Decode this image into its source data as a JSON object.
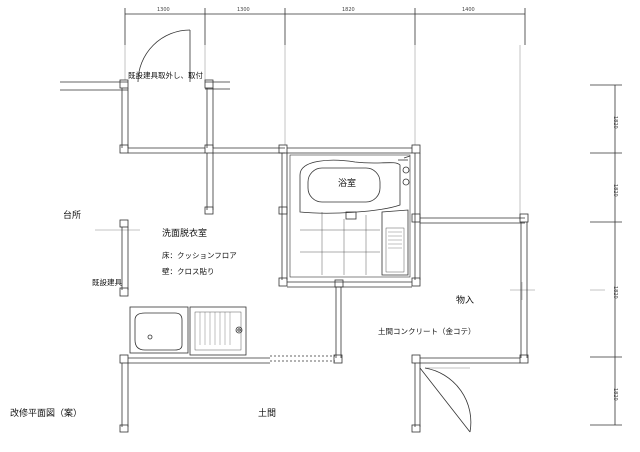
{
  "rooms": {
    "bathroom": "浴室",
    "kitchen": "台所",
    "washroom": "洗面脱衣室",
    "storage": "物入",
    "earthen_floor": "土間"
  },
  "notes": {
    "existing_fixture_door": "既設建具取外し、取付",
    "floor_finish": "床：クッションフロア",
    "wall_finish": "壁：クロス貼り",
    "existing_fixture": "既設建具",
    "concrete_floor": "土間コンクリート（金コテ）"
  },
  "drawing_title": "改修平面図（案）",
  "dimensions": {
    "top": [
      "1300",
      "1300",
      "1820",
      "1400"
    ],
    "right": [
      "1820",
      "1820",
      "1820",
      "1820"
    ]
  }
}
